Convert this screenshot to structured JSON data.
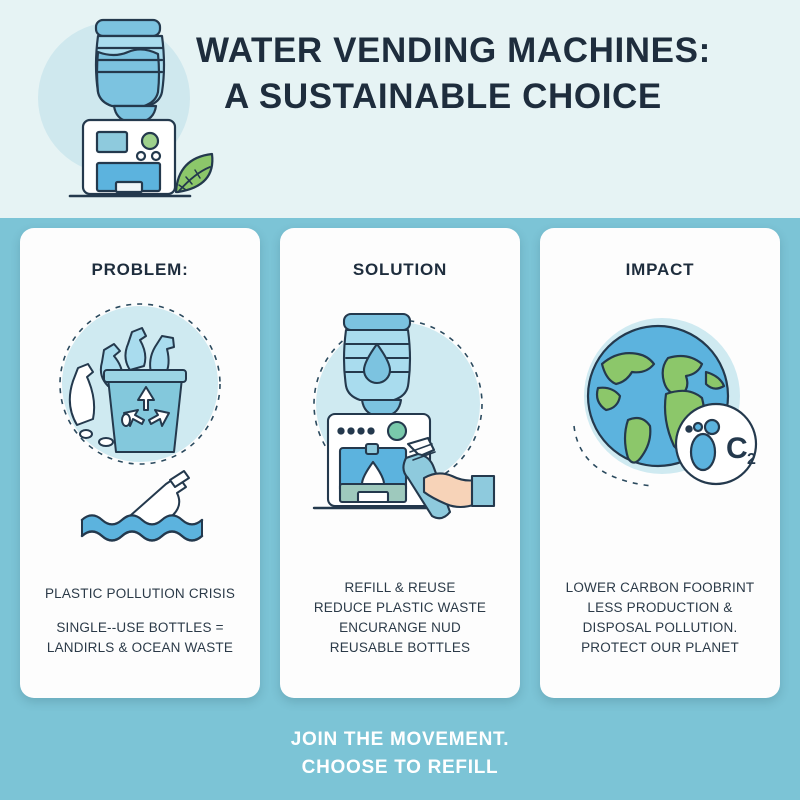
{
  "header": {
    "title_line1": "WATER VENDING MACHINES:",
    "title_line2": "A SUSTAINABLE CHOICE",
    "illustration": "water-dispenser-with-leaf"
  },
  "cards": [
    {
      "title": "PROBLEM:",
      "illustration": "recycling-bin-with-plastic-bottles-and-ocean-bottle",
      "lines_group1": [
        "PLASTIC POLLUTION CRISIS"
      ],
      "lines_group2": [
        "SINGLE--USE BOTTLES =",
        "LANDIRLS & OCEAN WASTE"
      ]
    },
    {
      "title": "SOLUTION",
      "illustration": "water-dispenser-with-hand-refilling-reusable-bottle",
      "lines_group1": [
        "REFILL & REUSE",
        "REDUCE PLASTIC WASTE",
        "ENCURANGE NUD",
        "REUSABLE BOTTLES"
      ],
      "lines_group2": []
    },
    {
      "title": "IMPACT",
      "illustration": "globe-with-carbon-footprint-badge",
      "lines_group1": [
        "LOWER CARBON FOOBRINT",
        "LESS PRODUCTION &",
        "DISPOSAL POLLUTION.",
        "PROTECT OUR PLANET"
      ],
      "lines_group2": []
    }
  ],
  "footer": {
    "line1": "JOIN THE MOVEMENT.",
    "line2": "CHOOSE TO REFILL"
  },
  "colors": {
    "header_band": "#e6f3f4",
    "body_band": "#7cc4d6",
    "card": "#fdfdfd",
    "title_navy": "#1e2d3d",
    "water_blue": "#7cc3e0",
    "leaf_green": "#8cc76a",
    "footer_text": "#ffffff"
  },
  "badge": {
    "carbon_label": "C",
    "carbon_sub": "2"
  }
}
